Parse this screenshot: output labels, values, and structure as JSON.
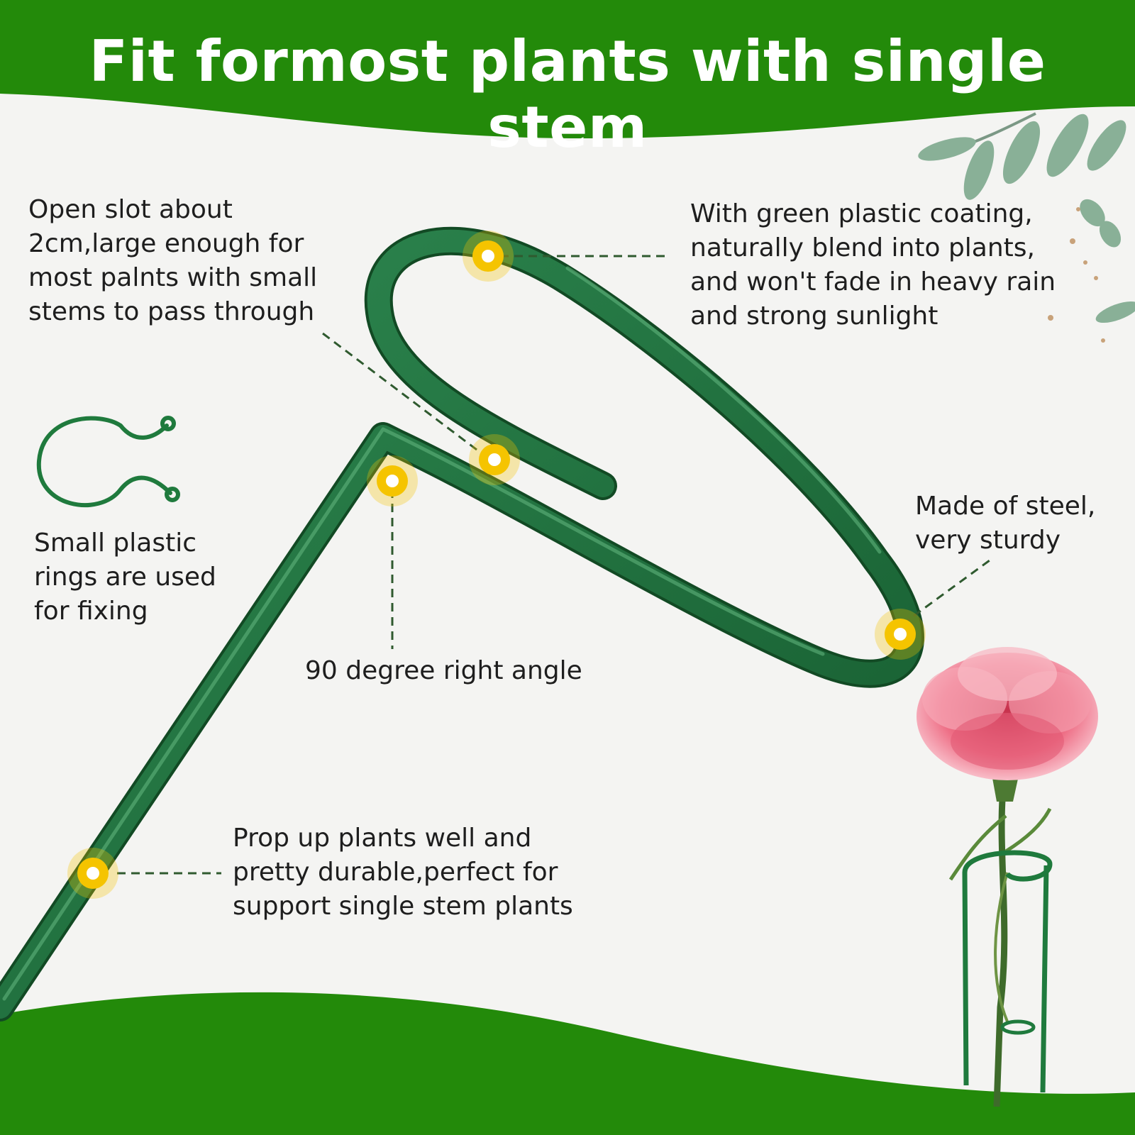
{
  "title": "Fit formost plants with single stem",
  "colors": {
    "banner_green": "#238a0a",
    "stake_green": "#1f6b3a",
    "marker_yellow": "#f5c400",
    "paper": "#f4f4f2"
  },
  "callouts": {
    "open_slot": [
      "Open slot about",
      "2cm,large enough for",
      "most palnts with small",
      "stems to pass through"
    ],
    "coating": [
      "With green plastic coating,",
      "naturally blend into plants,",
      "and won't fade in heavy rain",
      "and strong sunlight"
    ],
    "rings": [
      "Small plastic",
      "rings are used",
      "for fixing"
    ],
    "steel": [
      "Made of steel,",
      "very sturdy"
    ],
    "right_angle": [
      "90 degree right angle"
    ],
    "prop_up": [
      "Prop up plants well and",
      "pretty durable,perfect for",
      "support single stem plants"
    ]
  },
  "icons": {
    "leaf": "leaf-branch-icon",
    "ring": "plastic-ring-icon",
    "flower": "carnation-flower-icon",
    "marker": "marker-dot-icon"
  }
}
